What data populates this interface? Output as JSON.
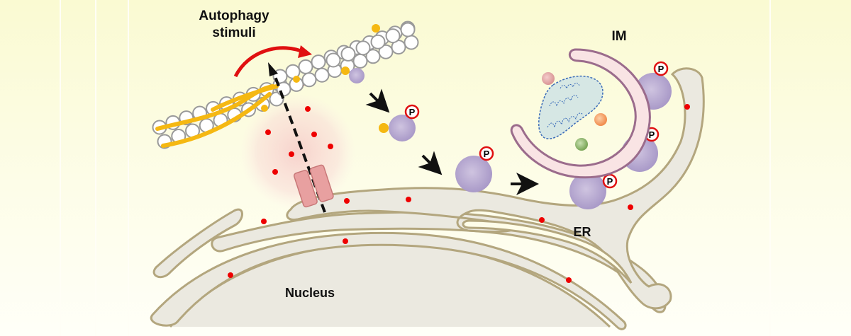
{
  "figure": {
    "title_label": "Autophagy stimuli",
    "title_lines": [
      "Autophagy",
      "stimuli"
    ],
    "labels": {
      "im": "IM",
      "er": "ER",
      "nucleus": "Nucleus"
    },
    "phospho_label": "P",
    "colors": {
      "background_top": "#fafad2",
      "background_bottom": "#fffff8",
      "er_fill": "#eceae2",
      "er_stroke": "#b3a67e",
      "red_dot": "#ee0000",
      "microtubule_bead": "#ffffff",
      "microtubule_stroke": "#999999",
      "yellow_strand": "#f5b812",
      "purple_protein": "#b6a8cf",
      "im_fill": "#f9e4e4",
      "im_stroke": "#9b6c8c",
      "mito_fill": "#d6e7e4",
      "mito_stroke": "#3a6bb8",
      "red_arrow": "#e01010",
      "channel": "#e59a9a",
      "glow": "#f6c8c8",
      "pink_vesicle": "#e6a3a3",
      "orange_vesicle": "#f5a36a",
      "green_vesicle": "#8fb86a"
    }
  }
}
